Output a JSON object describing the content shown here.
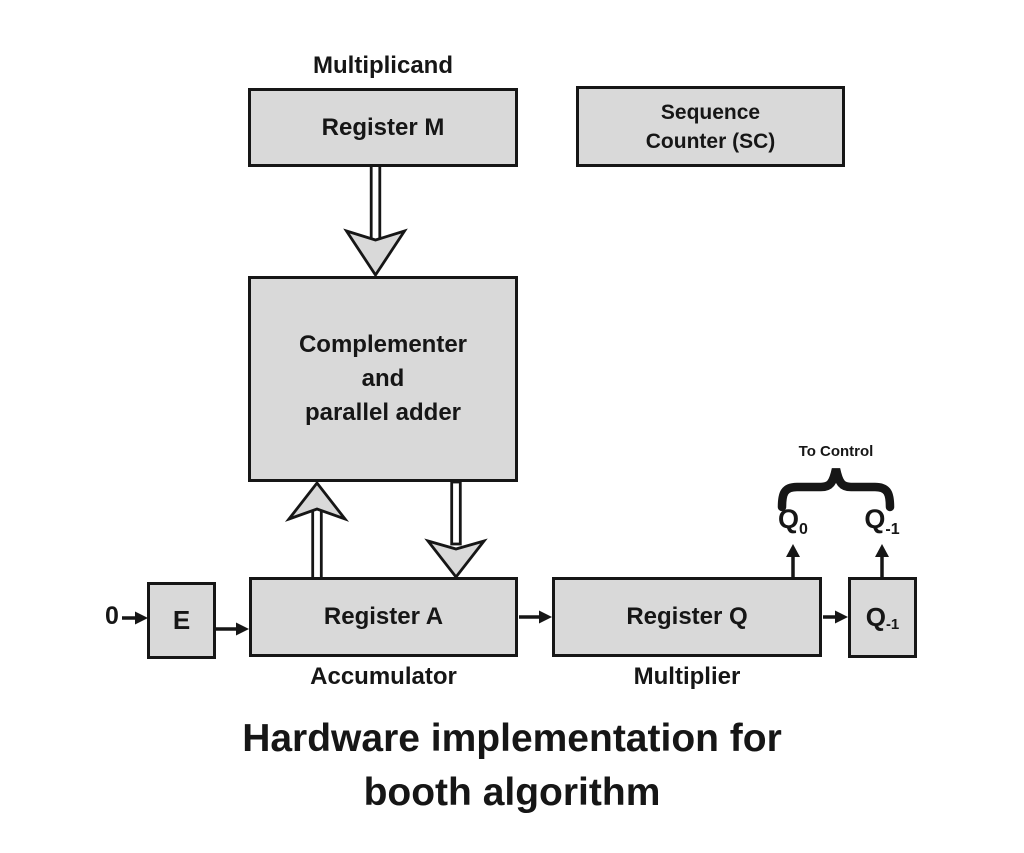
{
  "colors": {
    "background": "#ffffff",
    "box_fill": "#d9d9d9",
    "box_border": "#161616",
    "text": "#161616"
  },
  "boxes": {
    "register_m": {
      "label": "Register M",
      "caption": "Multiplicand"
    },
    "sequence_counter": {
      "line1": "Sequence",
      "line2": "Counter (SC)"
    },
    "complementer": {
      "line1": "Complementer",
      "line2": "and",
      "line3": "parallel adder"
    },
    "e": {
      "label": "E"
    },
    "register_a": {
      "label": "Register A",
      "caption": "Accumulator"
    },
    "register_q": {
      "label": "Register Q",
      "caption": "Multiplier"
    },
    "q_minus_1_box": {
      "main": "Q",
      "sub": "-1"
    }
  },
  "labels": {
    "zero": "0",
    "to_control": "To Control",
    "q0": {
      "main": "Q",
      "sub": "0"
    },
    "q_minus_1": {
      "main": "Q",
      "sub": "-1"
    }
  },
  "title": {
    "line1": "Hardware implementation for",
    "line2": "booth algorithm"
  }
}
